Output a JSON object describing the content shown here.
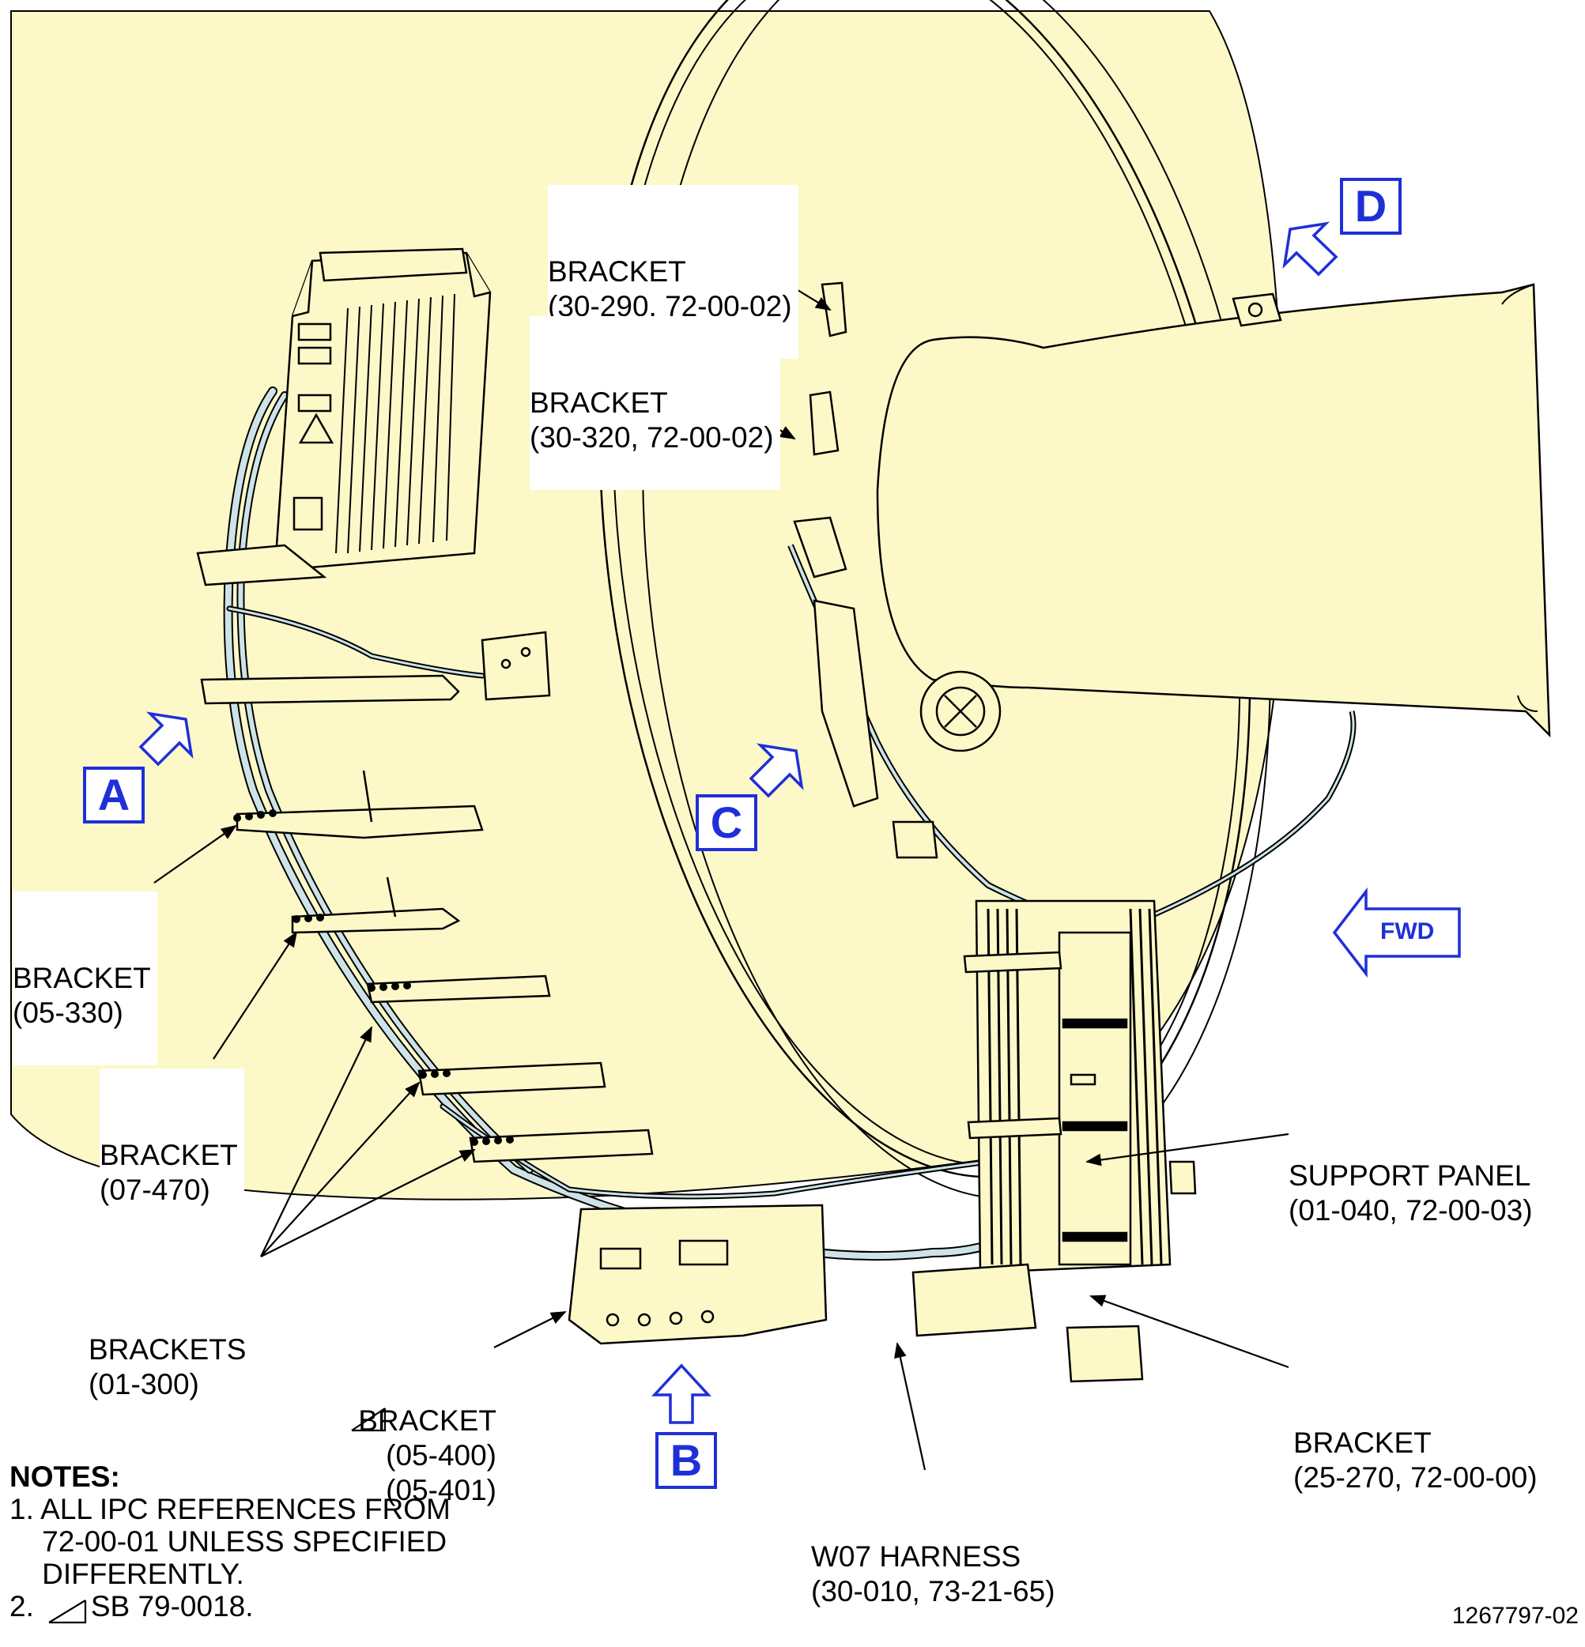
{
  "colors": {
    "fill": "#fcf8c8",
    "callout": "#1f2fd8",
    "harness": "#cde3e8",
    "line": "#000000"
  },
  "callouts": {
    "a": "A",
    "b": "B",
    "c": "C",
    "d": "D"
  },
  "fwd": "FWD",
  "labels": {
    "bracket_30_290": [
      "BRACKET",
      "(30-290, 72-00-02)"
    ],
    "bracket_30_320": [
      "BRACKET",
      "(30-320, 72-00-02)"
    ],
    "bracket_05_330": [
      "BRACKET",
      "(05-330)"
    ],
    "bracket_07_470": [
      "BRACKET",
      "(07-470)"
    ],
    "brackets_01_300": [
      "BRACKETS",
      "(01-300)"
    ],
    "bracket_05_400": [
      "BRACKET",
      "(05-400)",
      "(05-401)"
    ],
    "support_panel": [
      "SUPPORT PANEL",
      "(01-040, 72-00-03)"
    ],
    "bracket_25_270": [
      "BRACKET",
      "(25-270, 72-00-00)"
    ],
    "w07_harness": [
      "W07 HARNESS",
      "(30-010, 73-21-65)"
    ]
  },
  "notes": {
    "title": "NOTES:",
    "items": [
      "1. ALL IPC REFERENCES FROM",
      "    72-00-01 UNLESS SPECIFIED",
      "    DIFFERENTLY.",
      "2.       SB 79-0018."
    ]
  },
  "figure_id": "1267797-02"
}
